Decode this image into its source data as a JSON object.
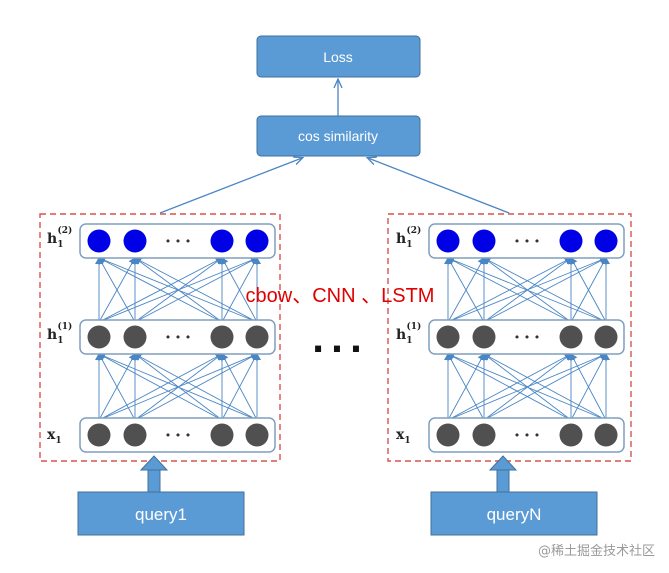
{
  "nodes": {
    "loss": "Loss",
    "cos_similarity": "cos similarity",
    "model_types": "cbow、CNN 、LSTM",
    "ellipsis": "...",
    "query_left": "query1",
    "query_right": "queryN"
  },
  "layer_labels": {
    "h2_base": "h",
    "h2_sub": "1",
    "h2_sup": "(2)",
    "h1_base": "h",
    "h1_sub": "1",
    "h1_sup": "(1)",
    "x_base": "x",
    "x_sub": "1"
  },
  "row_ellipsis": "• • •",
  "watermark": "@稀土掘金技术社区",
  "colors": {
    "box_fill": "#5b9bd5",
    "box_stroke": "#41719c",
    "node_top": "#0000e6",
    "node_lower": "#505050",
    "edge": "#4a86c5",
    "dashed_border": "#d9534f",
    "model_text": "#e00000"
  }
}
